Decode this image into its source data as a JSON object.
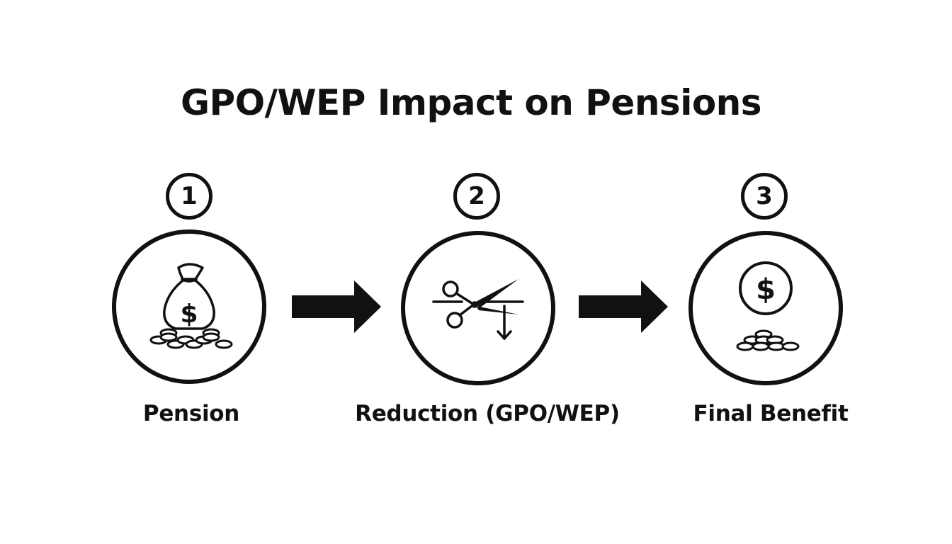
{
  "title": "GPO/WEP Impact on Pensions",
  "steps": [
    {
      "number": "1",
      "label": "Pension",
      "icon": "money-bag-with-coins-icon"
    },
    {
      "number": "2",
      "label": "Reduction (GPO/WEP)",
      "icon": "scissors-cut-icon"
    },
    {
      "number": "3",
      "label": "Final Benefit",
      "icon": "dollar-coin-stack-icon"
    }
  ],
  "colors": {
    "ink": "#111111",
    "background": "#ffffff"
  }
}
